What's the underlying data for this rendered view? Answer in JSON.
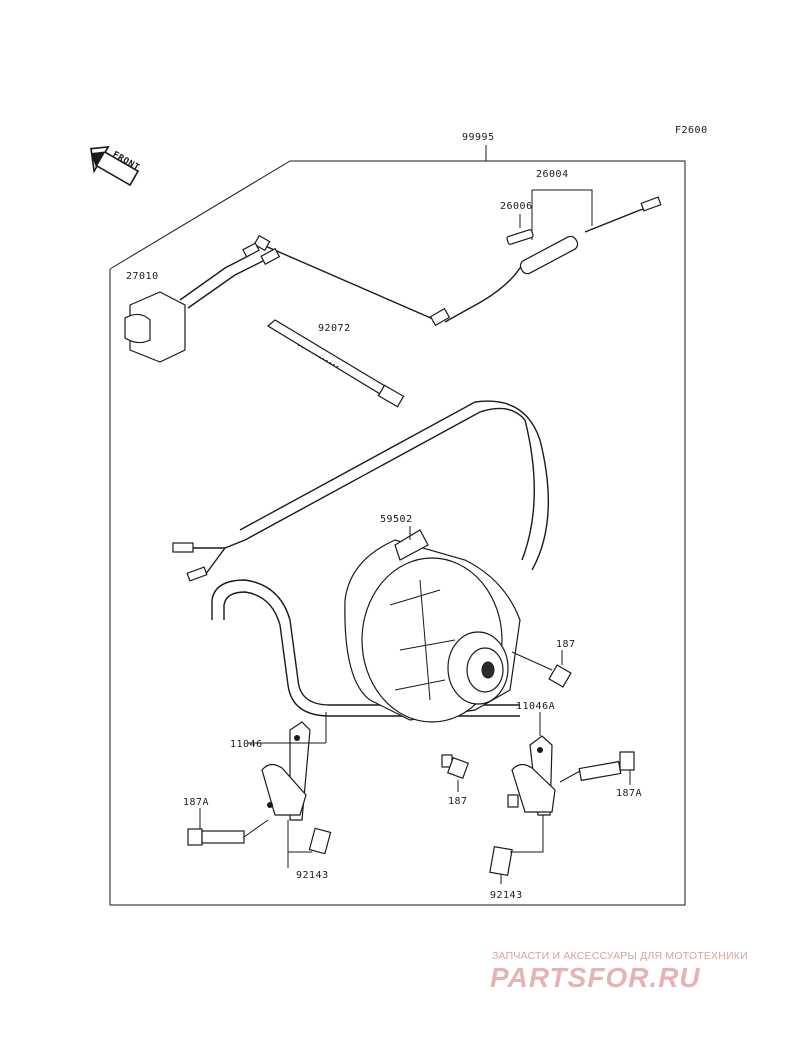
{
  "diagram": {
    "figure_code": "F2600",
    "front_label": "FRONT",
    "callouts": {
      "kit": "99995",
      "harness": "26004",
      "fuse": "26006",
      "relay": "27010",
      "band": "92072",
      "fan": "59502",
      "bolt_right": "187",
      "bolt_center": "187",
      "bracket_left": "11046",
      "bracket_right": "11046A",
      "bolt_left_a": "187A",
      "bolt_right_a": "187A",
      "collar_left": "92143",
      "collar_right": "92143"
    }
  },
  "watermark": {
    "caption": "ЗАПЧАСТИ И АКСЕССУАРЫ ДЛЯ МОТОТЕХНИКИ",
    "logo_text": "PARTSFOR.RU"
  },
  "colors": {
    "ink": "#1a1a1a",
    "watermark": "#e6b3b3"
  }
}
